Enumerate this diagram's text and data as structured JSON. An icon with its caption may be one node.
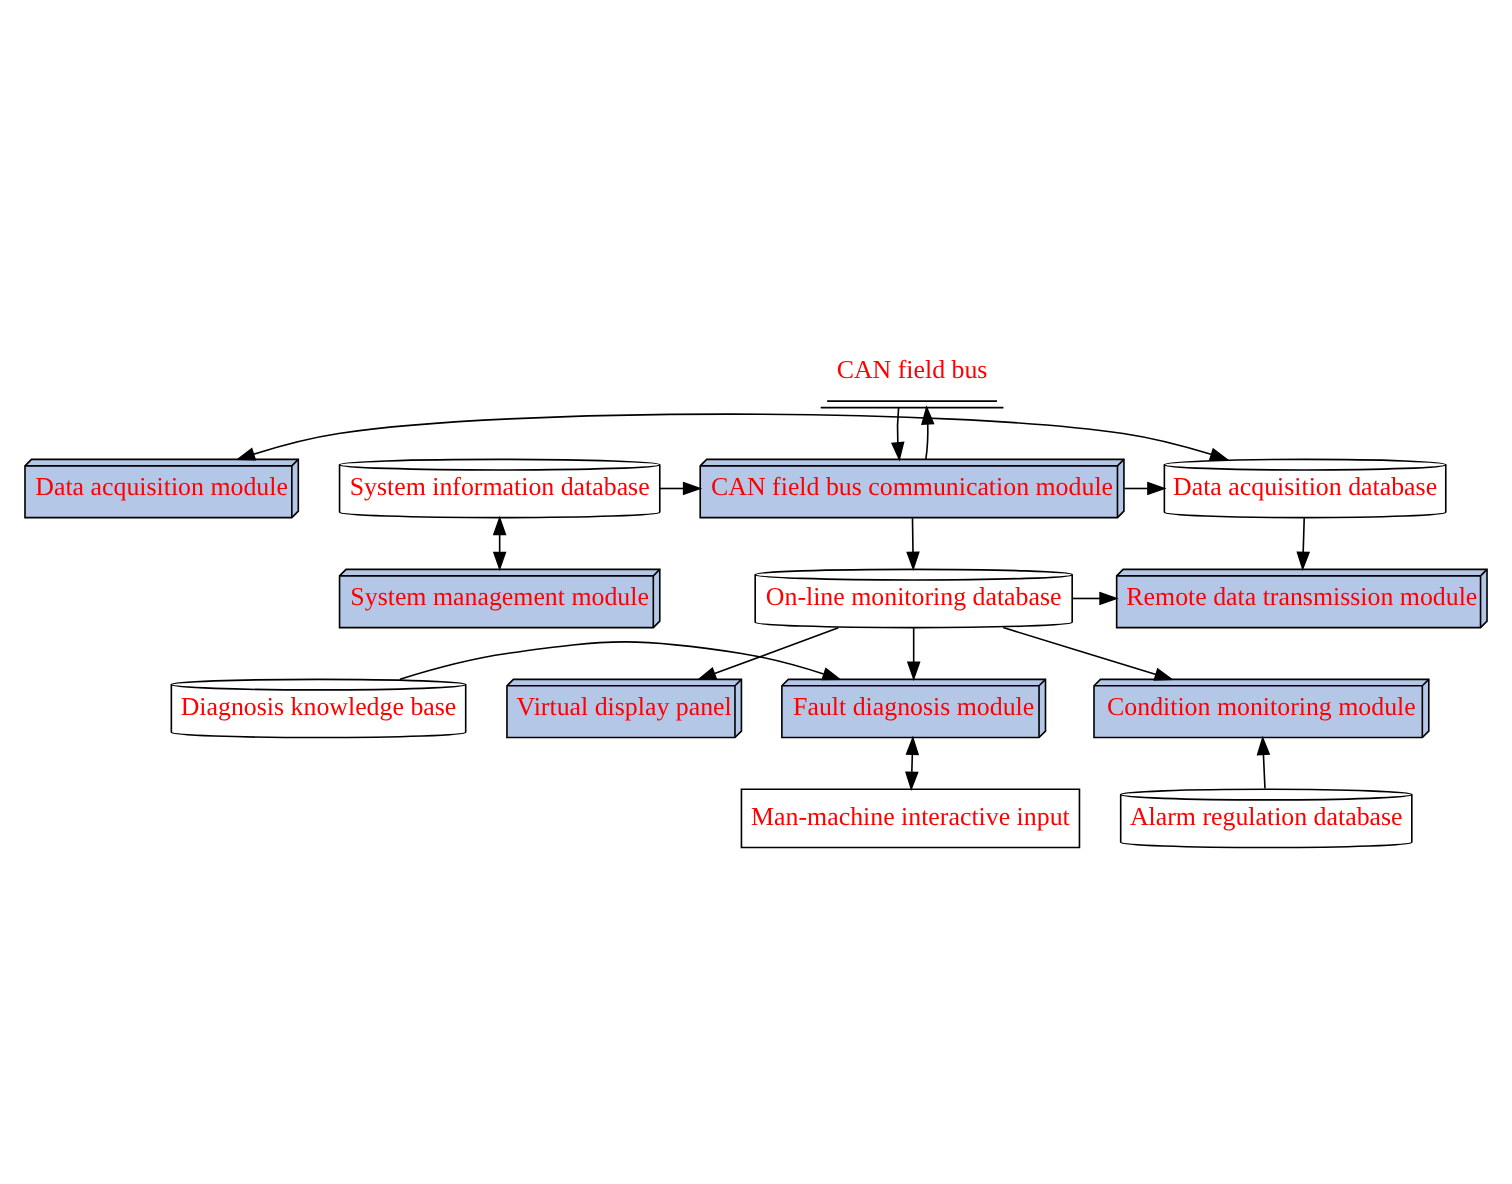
{
  "diagram": {
    "nodes": [
      {
        "text": [
          "CAN field bus"
        ]
      },
      {
        "text": [
          "Data acquisition module"
        ]
      },
      {
        "text": [
          "Data acquisition database"
        ]
      },
      {
        "text": [
          "CAN field bus communication module"
        ]
      },
      {
        "text": [
          "System information database"
        ]
      },
      {
        "text": [
          "Remote data transmission module"
        ]
      },
      {
        "text": [
          "On-line monitoring database"
        ]
      },
      {
        "text": [
          "System management module"
        ]
      },
      {
        "text": [
          "Diagnosis knowledge base"
        ]
      },
      {
        "text": [
          "Fault diagnosis module"
        ]
      },
      {
        "text": [
          "Condition monitoring module"
        ]
      },
      {
        "text": [
          "Virtual display panel"
        ]
      },
      {
        "text": [
          "Man-machine interactive input"
        ]
      },
      {
        "text": [
          "Alarm regulation database"
        ]
      }
    ],
    "edges": [
      {
        "from": 3,
        "to": 0,
        "arrow": "to"
      },
      {
        "from": 0,
        "to": 3,
        "arrow": "to"
      },
      {
        "from": 1,
        "to": 2,
        "arrow": "both"
      },
      {
        "from": 3,
        "to": 2,
        "arrow": "to"
      },
      {
        "from": 4,
        "to": 3,
        "arrow": "to"
      },
      {
        "from": 4,
        "to": 7,
        "arrow": "both"
      },
      {
        "from": 2,
        "to": 5,
        "arrow": "to"
      },
      {
        "from": 6,
        "to": 5,
        "arrow": "to"
      },
      {
        "from": 3,
        "to": 6,
        "arrow": "to"
      },
      {
        "from": 6,
        "to": 9,
        "arrow": "to"
      },
      {
        "from": 6,
        "to": 10,
        "arrow": "to"
      },
      {
        "from": 6,
        "to": 11,
        "arrow": "to"
      },
      {
        "from": 8,
        "to": 9,
        "arrow": "to"
      },
      {
        "from": 9,
        "to": 12,
        "arrow": "both"
      },
      {
        "from": 13,
        "to": 10,
        "arrow": "to"
      }
    ]
  }
}
